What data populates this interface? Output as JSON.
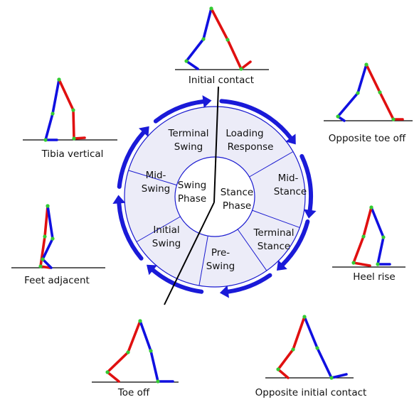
{
  "colors": {
    "left_leg": "#1010e0",
    "right_leg": "#e01010",
    "joint": "#33cc33",
    "ground": "#000000",
    "ring_fill": "#ececf8",
    "ring_line": "#1a1ad0",
    "arrow": "#1a1ad8",
    "divider": "#000000"
  },
  "center": {
    "swing_line1": "Swing",
    "swing_line2": "Phase",
    "stance_line1": "Stance",
    "stance_line2": "Phase"
  },
  "segments": {
    "loading_1": "Loading",
    "loading_2": "Response",
    "midstance_1": "Mid-",
    "midstance_2": "Stance",
    "terminal_stance_1": "Terminal",
    "terminal_stance_2": "Stance",
    "preswing_1": "Pre-",
    "preswing_2": "Swing",
    "initial_swing_1": "Initial",
    "initial_swing_2": "Swing",
    "midswing_1": "Mid-",
    "midswing_2": "Swing",
    "terminal_swing_1": "Terminal",
    "terminal_swing_2": "Swing"
  },
  "events": {
    "initial_contact": "Initial contact",
    "opposite_toe_off": "Opposite toe off",
    "heel_rise": "Heel rise",
    "opposite_initial_contact": "Opposite initial contact",
    "toe_off": "Toe off",
    "feet_adjacent": "Feet adjacent",
    "tibia_vertical": "Tibia vertical"
  }
}
